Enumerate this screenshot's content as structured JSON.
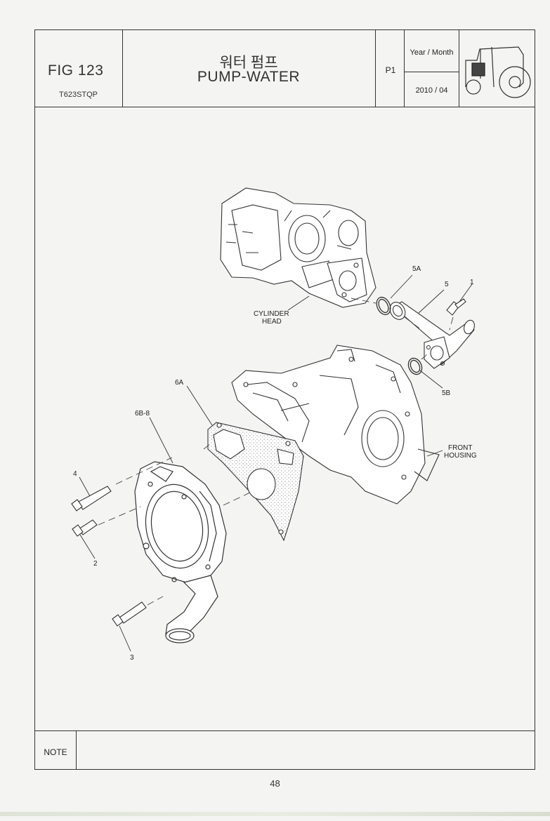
{
  "header": {
    "fig_number": "FIG 123",
    "model": "T623STQP",
    "title_korean": "워터 펌프",
    "title_english": "PUMP-WATER",
    "page_code": "P1",
    "year_month_label": "Year / Month",
    "year_month_value": "2010 / 04"
  },
  "diagram": {
    "callouts": {
      "part_1": "1",
      "part_2": "2",
      "part_3": "3",
      "part_4": "4",
      "part_5": "5",
      "part_5a": "5A",
      "part_5b": "5B",
      "part_6a": "6A",
      "part_6b": "6B-8"
    },
    "labels": {
      "cylinder_head_line1": "CYLINDER",
      "cylinder_head_line2": "HEAD",
      "front_housing_line1": "FRONT",
      "front_housing_line2": "HOUSING"
    }
  },
  "footer": {
    "note_label": "NOTE",
    "page_number": "48"
  }
}
